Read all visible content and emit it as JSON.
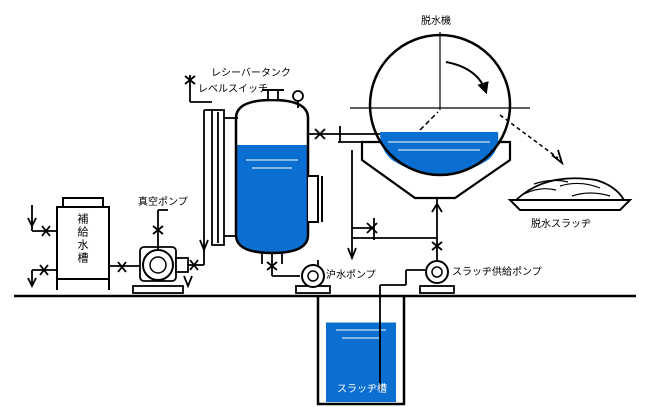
{
  "labels": {
    "dewaterer": "脱水機",
    "receiver_tank": "レシーバータンク",
    "level_switch": "レベルスイッチ",
    "vacuum_pump": "真空ポンプ",
    "makeup_water_tank": "補給水槽",
    "filtrate_pump": "沪水ポンプ",
    "sludge_feed_pump": "スラッヂ供給ポンプ",
    "dewatered_sludge": "脱水スラッヂ",
    "sludge_tank": "スラッヂ槽"
  },
  "colors": {
    "water": "#0a6fd0",
    "line": "#000000",
    "background": "#ffffff"
  }
}
